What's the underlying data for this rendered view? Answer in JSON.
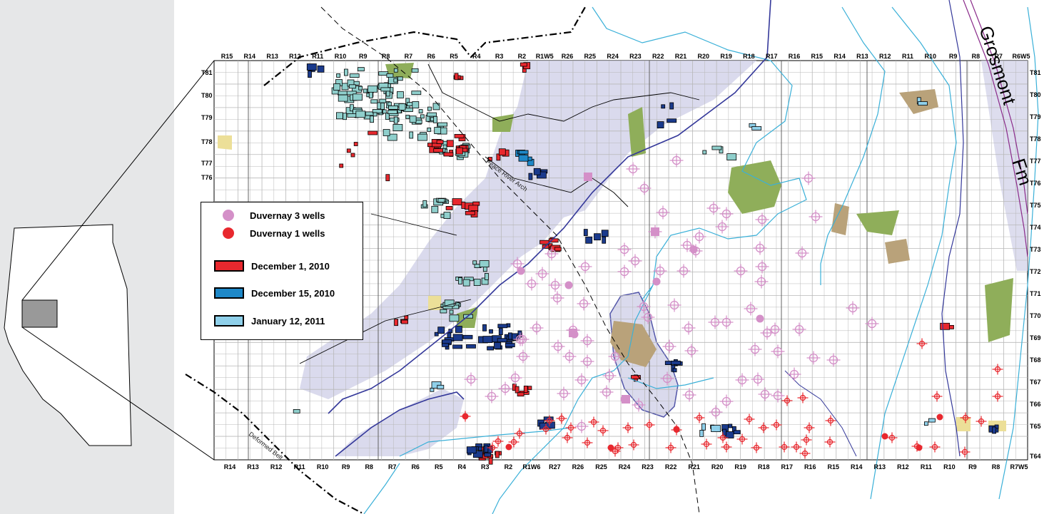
{
  "top_range_labels": [
    "R15",
    "R14",
    "R13",
    "R12",
    "R11",
    "R10",
    "R9",
    "R8",
    "R7",
    "R6",
    "R5",
    "R4",
    "R3",
    "R2",
    "R1W5",
    "R26",
    "R25",
    "R24",
    "R23",
    "R22",
    "R21",
    "R20",
    "R19",
    "R18",
    "R17",
    "R16",
    "R15",
    "R14",
    "R13",
    "R12",
    "R11",
    "R10",
    "R9",
    "R8",
    "R7",
    "R6W5"
  ],
  "bottom_range_labels": [
    "R14",
    "R13",
    "R12",
    "R11",
    "R10",
    "R9",
    "R8",
    "R7",
    "R6",
    "R5",
    "R4",
    "R3",
    "R2",
    "R1W6",
    "R27",
    "R26",
    "R25",
    "R24",
    "R23",
    "R22",
    "R21",
    "R20",
    "R19",
    "R18",
    "R17",
    "R16",
    "R15",
    "R14",
    "R13",
    "R12",
    "R11",
    "R10",
    "R9",
    "R8",
    "R7W5"
  ],
  "left_township_labels": [
    "T81",
    "T80",
    "T79",
    "T78",
    "T77",
    "T76"
  ],
  "right_township_labels": [
    "T81",
    "T80",
    "T79",
    "T78",
    "T77",
    "T76",
    "T75",
    "T74",
    "T73",
    "T72",
    "T71",
    "T70",
    "T69",
    "T68",
    "T67",
    "T66",
    "T65",
    "T64"
  ],
  "formation_label_line1": "Grosmont",
  "formation_label_line2": "Fm",
  "diag_label_1": "Deformed Belt",
  "diag_label_2": "Peace River Arch",
  "legend": {
    "items": [
      {
        "label": "Duvernay 3 wells",
        "color": "#d490c8",
        "kind": "dot"
      },
      {
        "label": "Duvernay 1 wells",
        "color": "#e8282e",
        "kind": "dot"
      },
      {
        "label": "December 1, 2010",
        "color": "#e8282e",
        "kind": "box"
      },
      {
        "label": "December 15, 2010",
        "color": "#1e88c8",
        "kind": "box"
      },
      {
        "label": "January 12, 2011",
        "color": "#8fd0ea",
        "kind": "box"
      }
    ]
  },
  "colors": {
    "land_sale_red": "#e8282e",
    "land_sale_blue": "#1e88c8",
    "land_sale_darkblue": "#1a3a8c",
    "land_sale_lightblue": "#8fd0ea",
    "land_sale_teal": "#8fcfcc",
    "duvernay3": "#d490c8",
    "duvernay1": "#e8282e",
    "reef_fill": "#d4d4ea",
    "river": "#3ab0d8",
    "fault": "#34389a",
    "green_patch": "#8fae5a",
    "tan_patch": "#b9a27a",
    "yellow_patch": "#ecdf98",
    "panel": "#e6e7e8"
  }
}
